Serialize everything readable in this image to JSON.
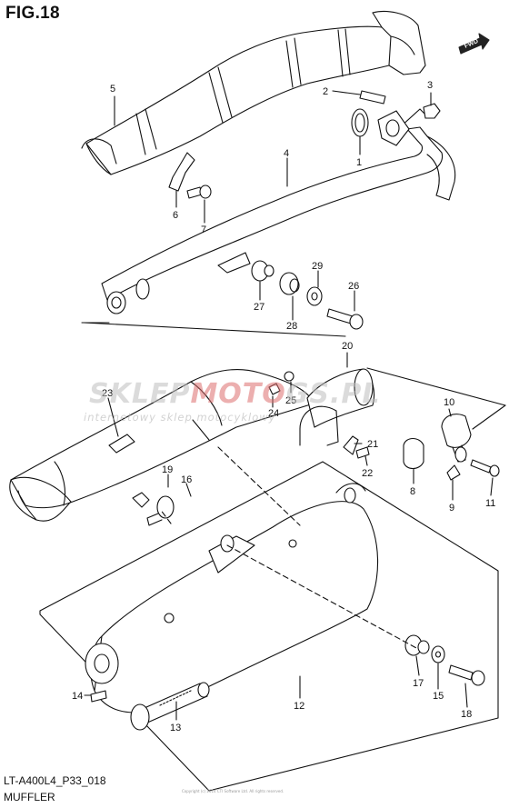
{
  "figure": {
    "title": "FIG.18",
    "code": "LT-A400L4_P33_018",
    "caption": "MUFFLER",
    "direction_label": "FWD",
    "copyright": "Copyright (c) 2014 CTI Software Ltd. All rights reserved."
  },
  "watermark": {
    "text_part1": "SKLEP",
    "text_part2": "MOTO",
    "text_part3": "GS.PL",
    "subtitle": "internetowy sklep motocyklowy"
  },
  "callouts": [
    {
      "id": "1",
      "label": "1"
    },
    {
      "id": "2",
      "label": "2"
    },
    {
      "id": "3",
      "label": "3"
    },
    {
      "id": "4",
      "label": "4"
    },
    {
      "id": "5",
      "label": "5"
    },
    {
      "id": "6",
      "label": "6"
    },
    {
      "id": "7",
      "label": "7"
    },
    {
      "id": "8",
      "label": "8"
    },
    {
      "id": "9",
      "label": "9"
    },
    {
      "id": "10",
      "label": "10"
    },
    {
      "id": "11",
      "label": "11"
    },
    {
      "id": "12",
      "label": "12"
    },
    {
      "id": "13",
      "label": "13"
    },
    {
      "id": "14",
      "label": "14"
    },
    {
      "id": "15",
      "label": "15"
    },
    {
      "id": "16",
      "label": "16"
    },
    {
      "id": "17",
      "label": "17"
    },
    {
      "id": "18",
      "label": "18"
    },
    {
      "id": "19",
      "label": "19"
    },
    {
      "id": "20",
      "label": "20"
    },
    {
      "id": "21",
      "label": "21"
    },
    {
      "id": "22",
      "label": "22"
    },
    {
      "id": "23",
      "label": "23"
    },
    {
      "id": "24",
      "label": "24"
    },
    {
      "id": "25",
      "label": "25"
    },
    {
      "id": "26",
      "label": "26"
    },
    {
      "id": "27",
      "label": "27"
    },
    {
      "id": "28",
      "label": "28"
    },
    {
      "id": "29",
      "label": "29"
    }
  ]
}
